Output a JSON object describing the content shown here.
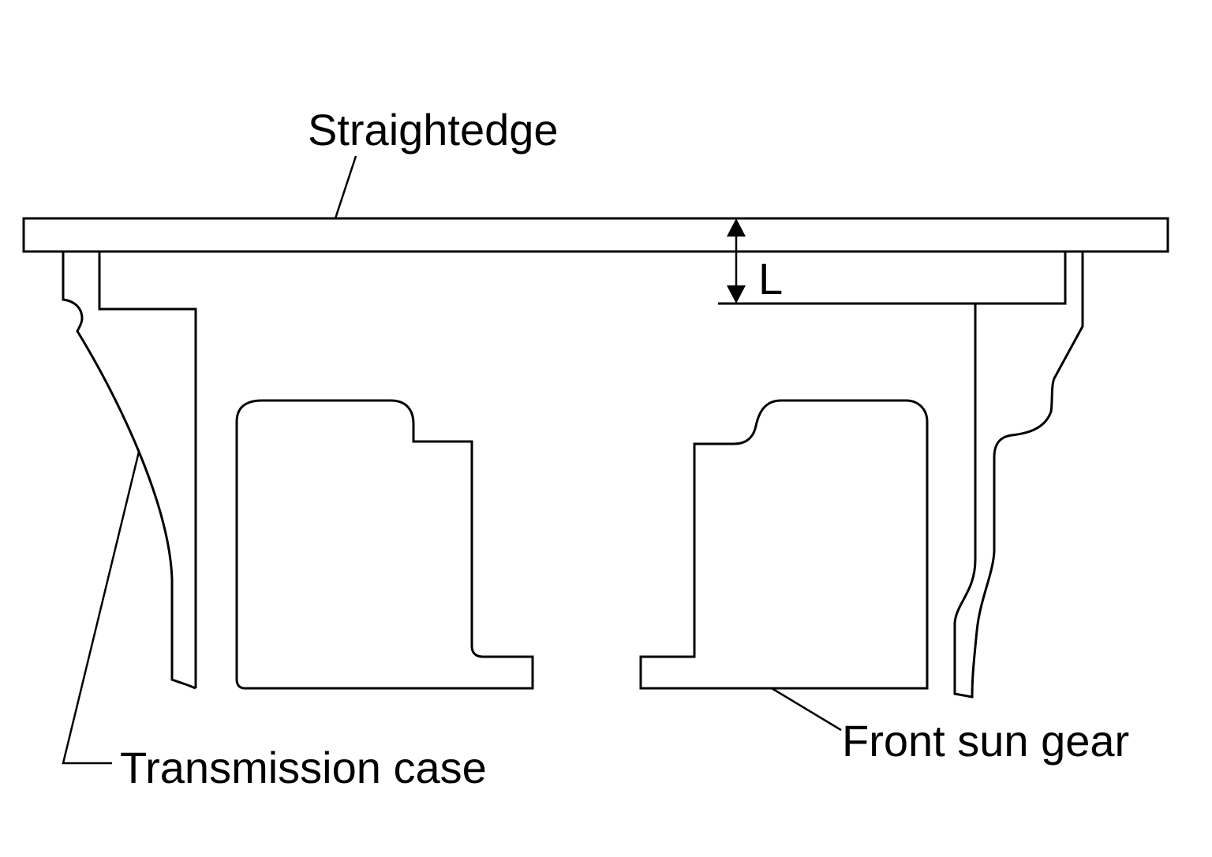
{
  "labels": {
    "straightedge": "Straightedge",
    "dimension": "L",
    "transmission_case": "Transmission case",
    "front_sun_gear": "Front sun gear"
  },
  "colors": {
    "line": "#000000",
    "background": "#ffffff"
  }
}
